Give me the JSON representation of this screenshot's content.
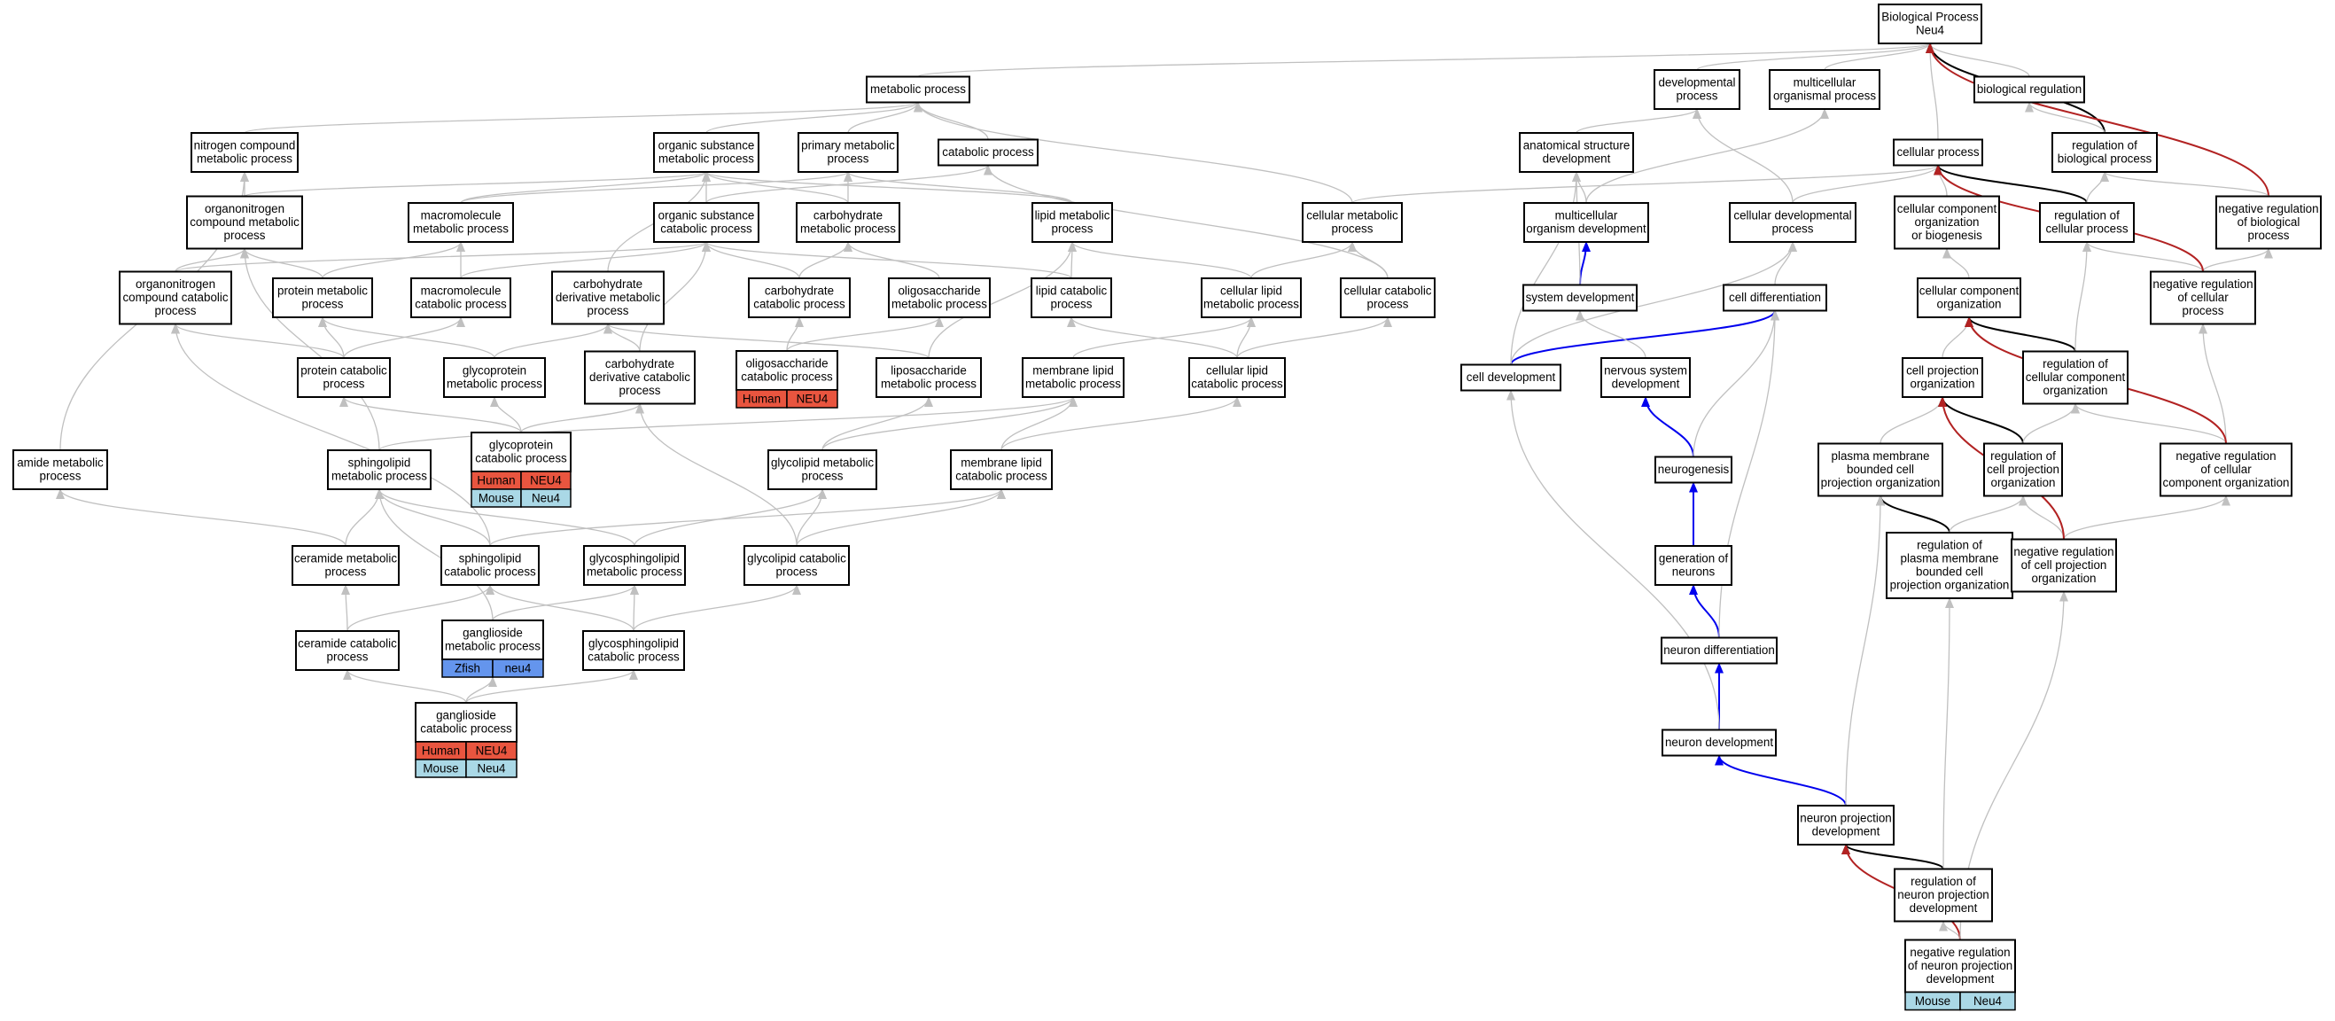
{
  "colors": {
    "is_a": "#c0c0c0",
    "part_of": "#0000ee",
    "regulates": "#000000",
    "negatively_regulates": "#b22222",
    "human": "#e9553f",
    "mouse": "#aad8e6",
    "zfish": "#6495ed",
    "node_border": "#000000"
  },
  "nodes": [
    {
      "id": "bp",
      "label": [
        "Biological Process",
        "Neu4"
      ]
    },
    {
      "id": "metabolic",
      "label": [
        "metabolic process"
      ]
    },
    {
      "id": "devproc",
      "label": [
        "developmental",
        "process"
      ]
    },
    {
      "id": "multiorg",
      "label": [
        "multicellular",
        "organismal process"
      ]
    },
    {
      "id": "bioreg",
      "label": [
        "biological regulation"
      ]
    },
    {
      "id": "nitrogen",
      "label": [
        "nitrogen compound",
        "metabolic process"
      ]
    },
    {
      "id": "orgsubmet",
      "label": [
        "organic substance",
        "metabolic process"
      ]
    },
    {
      "id": "primary",
      "label": [
        "primary metabolic",
        "process"
      ]
    },
    {
      "id": "catabolic",
      "label": [
        "catabolic process"
      ]
    },
    {
      "id": "anatomical",
      "label": [
        "anatomical structure",
        "development"
      ]
    },
    {
      "id": "cellular",
      "label": [
        "cellular process"
      ]
    },
    {
      "id": "regbio",
      "label": [
        "regulation of",
        "biological process"
      ]
    },
    {
      "id": "organonitro",
      "label": [
        "organonitrogen",
        "compound metabolic",
        "process"
      ]
    },
    {
      "id": "macromol",
      "label": [
        "macromolecule",
        "metabolic process"
      ]
    },
    {
      "id": "orgsubcat",
      "label": [
        "organic substance",
        "catabolic process"
      ]
    },
    {
      "id": "carbmet",
      "label": [
        "carbohydrate",
        "metabolic process"
      ]
    },
    {
      "id": "lipidmet",
      "label": [
        "lipid metabolic",
        "process"
      ]
    },
    {
      "id": "cellmet",
      "label": [
        "cellular metabolic",
        "process"
      ]
    },
    {
      "id": "multidev",
      "label": [
        "multicellular",
        "organism development"
      ]
    },
    {
      "id": "celldevproc",
      "label": [
        "cellular developmental",
        "process"
      ]
    },
    {
      "id": "cellcomporg",
      "label": [
        "cellular component",
        "organization",
        "or biogenesis"
      ]
    },
    {
      "id": "regcell",
      "label": [
        "regulation of",
        "cellular process"
      ]
    },
    {
      "id": "negregbio",
      "label": [
        "negative regulation",
        "of biological",
        "process"
      ]
    },
    {
      "id": "organonitrocat",
      "label": [
        "organonitrogen",
        "compound catabolic",
        "process"
      ]
    },
    {
      "id": "protmet",
      "label": [
        "protein metabolic",
        "process"
      ]
    },
    {
      "id": "macrocat",
      "label": [
        "macromolecule",
        "catabolic process"
      ]
    },
    {
      "id": "carbderivmet",
      "label": [
        "carbohydrate",
        "derivative metabolic",
        "process"
      ]
    },
    {
      "id": "carbcat",
      "label": [
        "carbohydrate",
        "catabolic process"
      ]
    },
    {
      "id": "oligomet",
      "label": [
        "oligosaccharide",
        "metabolic process"
      ]
    },
    {
      "id": "lipidcat",
      "label": [
        "lipid catabolic",
        "process"
      ]
    },
    {
      "id": "celllipidmet",
      "label": [
        "cellular lipid",
        "metabolic process"
      ]
    },
    {
      "id": "cellcat",
      "label": [
        "cellular catabolic",
        "process"
      ]
    },
    {
      "id": "sysdev",
      "label": [
        "system development"
      ]
    },
    {
      "id": "celldiff",
      "label": [
        "cell differentiation"
      ]
    },
    {
      "id": "ccorg",
      "label": [
        "cellular component",
        "organization"
      ]
    },
    {
      "id": "negregcell",
      "label": [
        "negative regulation",
        "of cellular",
        "process"
      ]
    },
    {
      "id": "protcat",
      "label": [
        "protein catabolic",
        "process"
      ]
    },
    {
      "id": "glycoprotmet",
      "label": [
        "glycoprotein",
        "metabolic process"
      ]
    },
    {
      "id": "carbderivcat",
      "label": [
        "carbohydrate",
        "derivative catabolic",
        "process"
      ]
    },
    {
      "id": "oligocat",
      "label": [
        "oligosaccharide",
        "catabolic process"
      ],
      "ann": [
        [
          "Human",
          "NEU4"
        ]
      ]
    },
    {
      "id": "liposacch",
      "label": [
        "liposaccharide",
        "metabolic process"
      ]
    },
    {
      "id": "memlipidmet",
      "label": [
        "membrane lipid",
        "metabolic process"
      ]
    },
    {
      "id": "celllipidcat",
      "label": [
        "cellular lipid",
        "catabolic process"
      ]
    },
    {
      "id": "celldevel",
      "label": [
        "cell development"
      ]
    },
    {
      "id": "nervsys",
      "label": [
        "nervous system",
        "development"
      ]
    },
    {
      "id": "cellprojorg",
      "label": [
        "cell projection",
        "organization"
      ]
    },
    {
      "id": "regccorg",
      "label": [
        "regulation of",
        "cellular component",
        "organization"
      ]
    },
    {
      "id": "amide",
      "label": [
        "amide metabolic",
        "process"
      ]
    },
    {
      "id": "sphingomet",
      "label": [
        "sphingolipid",
        "metabolic process"
      ]
    },
    {
      "id": "glycoprotcat",
      "label": [
        "glycoprotein",
        "catabolic process"
      ],
      "ann": [
        [
          "Human",
          "NEU4"
        ],
        [
          "Mouse",
          "Neu4"
        ]
      ]
    },
    {
      "id": "glycolipidmet",
      "label": [
        "glycolipid metabolic",
        "process"
      ]
    },
    {
      "id": "memlipidcat",
      "label": [
        "membrane lipid",
        "catabolic process"
      ]
    },
    {
      "id": "neurogenesis",
      "label": [
        "neurogenesis"
      ]
    },
    {
      "id": "pmbcpo",
      "label": [
        "plasma membrane",
        "bounded cell",
        "projection organization"
      ]
    },
    {
      "id": "regcpo",
      "label": [
        "regulation of",
        "cell projection",
        "organization"
      ]
    },
    {
      "id": "negregccorg",
      "label": [
        "negative regulation",
        "of cellular",
        "component organization"
      ]
    },
    {
      "id": "ceramidemet",
      "label": [
        "ceramide metabolic",
        "process"
      ]
    },
    {
      "id": "sphingocat",
      "label": [
        "sphingolipid",
        "catabolic process"
      ]
    },
    {
      "id": "glycosphingomet",
      "label": [
        "glycosphingolipid",
        "metabolic process"
      ]
    },
    {
      "id": "glycolipidcat",
      "label": [
        "glycolipid catabolic",
        "process"
      ]
    },
    {
      "id": "genneurons",
      "label": [
        "generation of",
        "neurons"
      ]
    },
    {
      "id": "regpmbcpo",
      "label": [
        "regulation of",
        "plasma membrane",
        "bounded cell",
        "projection organization"
      ]
    },
    {
      "id": "negregcpo",
      "label": [
        "negative regulation",
        "of cell projection",
        "organization"
      ]
    },
    {
      "id": "ceramidecat",
      "label": [
        "ceramide catabolic",
        "process"
      ]
    },
    {
      "id": "ganglmet",
      "label": [
        "ganglioside",
        "metabolic process"
      ],
      "ann": [
        [
          "Zfish",
          "neu4"
        ]
      ]
    },
    {
      "id": "glycosphingocat",
      "label": [
        "glycosphingolipid",
        "catabolic process"
      ]
    },
    {
      "id": "neurondiff",
      "label": [
        "neuron differentiation"
      ]
    },
    {
      "id": "gangcat",
      "label": [
        "ganglioside",
        "catabolic process"
      ],
      "ann": [
        [
          "Human",
          "NEU4"
        ],
        [
          "Mouse",
          "Neu4"
        ]
      ]
    },
    {
      "id": "neurondev",
      "label": [
        "neuron development"
      ]
    },
    {
      "id": "npd",
      "label": [
        "neuron projection",
        "development"
      ]
    },
    {
      "id": "regnpd",
      "label": [
        "regulation of",
        "neuron projection",
        "development"
      ]
    },
    {
      "id": "negregnpd",
      "label": [
        "negative regulation",
        "of neuron projection",
        "development"
      ],
      "ann": [
        [
          "Mouse",
          "Neu4"
        ]
      ]
    }
  ],
  "edges": [
    [
      "metabolic",
      "bp",
      "is_a"
    ],
    [
      "devproc",
      "bp",
      "is_a"
    ],
    [
      "multiorg",
      "bp",
      "is_a"
    ],
    [
      "bioreg",
      "bp",
      "is_a"
    ],
    [
      "cellular",
      "bp",
      "is_a"
    ],
    [
      "regbio",
      "bp",
      "regulates"
    ],
    [
      "negregbio",
      "bp",
      "negatively_regulates"
    ],
    [
      "nitrogen",
      "metabolic",
      "is_a"
    ],
    [
      "orgsubmet",
      "metabolic",
      "is_a"
    ],
    [
      "primary",
      "metabolic",
      "is_a"
    ],
    [
      "catabolic",
      "metabolic",
      "is_a"
    ],
    [
      "cellmet",
      "metabolic",
      "is_a"
    ],
    [
      "anatomical",
      "devproc",
      "is_a"
    ],
    [
      "regbio",
      "bioreg",
      "is_a"
    ],
    [
      "organonitro",
      "nitrogen",
      "is_a"
    ],
    [
      "organonitro",
      "orgsubmet",
      "is_a"
    ],
    [
      "macromol",
      "orgsubmet",
      "is_a"
    ],
    [
      "macromol",
      "primary",
      "is_a"
    ],
    [
      "orgsubcat",
      "orgsubmet",
      "is_a"
    ],
    [
      "orgsubcat",
      "catabolic",
      "is_a"
    ],
    [
      "carbmet",
      "primary",
      "is_a"
    ],
    [
      "carbmet",
      "orgsubmet",
      "is_a"
    ],
    [
      "lipidmet",
      "primary",
      "is_a"
    ],
    [
      "lipidmet",
      "orgsubmet",
      "is_a"
    ],
    [
      "cellmet",
      "cellular",
      "is_a"
    ],
    [
      "multidev",
      "anatomical",
      "is_a"
    ],
    [
      "multidev",
      "multiorg",
      "is_a"
    ],
    [
      "celldevproc",
      "devproc",
      "is_a"
    ],
    [
      "celldevproc",
      "cellular",
      "is_a"
    ],
    [
      "cellcomporg",
      "cellular",
      "is_a"
    ],
    [
      "regcell",
      "cellular",
      "regulates"
    ],
    [
      "regcell",
      "regbio",
      "is_a"
    ],
    [
      "negregbio",
      "regbio",
      "is_a"
    ],
    [
      "organonitrocat",
      "organonitro",
      "is_a"
    ],
    [
      "organonitrocat",
      "orgsubcat",
      "is_a"
    ],
    [
      "protmet",
      "organonitro",
      "is_a"
    ],
    [
      "protmet",
      "macromol",
      "is_a"
    ],
    [
      "macrocat",
      "macromol",
      "is_a"
    ],
    [
      "macrocat",
      "orgsubcat",
      "is_a"
    ],
    [
      "carbderivmet",
      "orgsubmet",
      "is_a"
    ],
    [
      "carbcat",
      "carbmet",
      "is_a"
    ],
    [
      "carbcat",
      "orgsubcat",
      "is_a"
    ],
    [
      "oligomet",
      "carbmet",
      "is_a"
    ],
    [
      "lipidcat",
      "lipidmet",
      "is_a"
    ],
    [
      "lipidcat",
      "orgsubcat",
      "is_a"
    ],
    [
      "celllipidmet",
      "lipidmet",
      "is_a"
    ],
    [
      "celllipidmet",
      "cellmet",
      "is_a"
    ],
    [
      "cellcat",
      "cellmet",
      "is_a"
    ],
    [
      "cellcat",
      "catabolic",
      "is_a"
    ],
    [
      "sysdev",
      "multidev",
      "part_of"
    ],
    [
      "sysdev",
      "anatomical",
      "is_a"
    ],
    [
      "celldiff",
      "celldevproc",
      "is_a"
    ],
    [
      "ccorg",
      "cellcomporg",
      "is_a"
    ],
    [
      "negregcell",
      "regcell",
      "is_a"
    ],
    [
      "negregcell",
      "negregbio",
      "is_a"
    ],
    [
      "negregcell",
      "cellular",
      "negatively_regulates"
    ],
    [
      "protcat",
      "protmet",
      "is_a"
    ],
    [
      "protcat",
      "macrocat",
      "is_a"
    ],
    [
      "protcat",
      "organonitrocat",
      "is_a"
    ],
    [
      "glycoprotmet",
      "protmet",
      "is_a"
    ],
    [
      "glycoprotmet",
      "carbderivmet",
      "is_a"
    ],
    [
      "carbderivcat",
      "carbderivmet",
      "is_a"
    ],
    [
      "carbderivcat",
      "orgsubcat",
      "is_a"
    ],
    [
      "oligocat",
      "carbcat",
      "is_a"
    ],
    [
      "oligocat",
      "oligomet",
      "is_a"
    ],
    [
      "liposacch",
      "lipidmet",
      "is_a"
    ],
    [
      "liposacch",
      "carbderivmet",
      "is_a"
    ],
    [
      "memlipidmet",
      "celllipidmet",
      "is_a"
    ],
    [
      "celllipidcat",
      "lipidcat",
      "is_a"
    ],
    [
      "celllipidcat",
      "celllipidmet",
      "is_a"
    ],
    [
      "celllipidcat",
      "cellcat",
      "is_a"
    ],
    [
      "celldevel",
      "celldiff",
      "part_of"
    ],
    [
      "celldevel",
      "anatomical",
      "is_a"
    ],
    [
      "celldevel",
      "celldevproc",
      "is_a"
    ],
    [
      "nervsys",
      "sysdev",
      "is_a"
    ],
    [
      "cellprojorg",
      "ccorg",
      "is_a"
    ],
    [
      "regccorg",
      "ccorg",
      "regulates"
    ],
    [
      "regccorg",
      "regcell",
      "is_a"
    ],
    [
      "negregccorg",
      "regccorg",
      "is_a"
    ],
    [
      "negregccorg",
      "negregcell",
      "is_a"
    ],
    [
      "negregccorg",
      "ccorg",
      "negatively_regulates"
    ],
    [
      "amide",
      "nitrogen",
      "is_a"
    ],
    [
      "sphingomet",
      "memlipidmet",
      "is_a"
    ],
    [
      "sphingomet",
      "organonitro",
      "is_a"
    ],
    [
      "glycoprotcat",
      "glycoprotmet",
      "is_a"
    ],
    [
      "glycoprotcat",
      "protcat",
      "is_a"
    ],
    [
      "glycoprotcat",
      "carbderivcat",
      "is_a"
    ],
    [
      "glycolipidmet",
      "memlipidmet",
      "is_a"
    ],
    [
      "glycolipidmet",
      "liposacch",
      "is_a"
    ],
    [
      "memlipidcat",
      "memlipidmet",
      "is_a"
    ],
    [
      "memlipidcat",
      "celllipidcat",
      "is_a"
    ],
    [
      "neurogenesis",
      "nervsys",
      "part_of"
    ],
    [
      "neurogenesis",
      "celldiff",
      "is_a"
    ],
    [
      "pmbcpo",
      "cellprojorg",
      "is_a"
    ],
    [
      "regcpo",
      "cellprojorg",
      "regulates"
    ],
    [
      "regcpo",
      "regccorg",
      "is_a"
    ],
    [
      "negregcpo",
      "regcpo",
      "is_a"
    ],
    [
      "negregcpo",
      "negregccorg",
      "is_a"
    ],
    [
      "negregcpo",
      "cellprojorg",
      "negatively_regulates"
    ],
    [
      "ceramidemet",
      "amide",
      "is_a"
    ],
    [
      "ceramidemet",
      "sphingomet",
      "is_a"
    ],
    [
      "sphingocat",
      "sphingomet",
      "is_a"
    ],
    [
      "sphingocat",
      "memlipidcat",
      "is_a"
    ],
    [
      "sphingocat",
      "organonitrocat",
      "is_a"
    ],
    [
      "glycosphingomet",
      "sphingomet",
      "is_a"
    ],
    [
      "glycosphingomet",
      "glycolipidmet",
      "is_a"
    ],
    [
      "glycolipidcat",
      "glycolipidmet",
      "is_a"
    ],
    [
      "glycolipidcat",
      "memlipidcat",
      "is_a"
    ],
    [
      "glycolipidcat",
      "carbderivcat",
      "is_a"
    ],
    [
      "genneurons",
      "neurogenesis",
      "part_of"
    ],
    [
      "regpmbcpo",
      "pmbcpo",
      "regulates"
    ],
    [
      "regpmbcpo",
      "regcpo",
      "is_a"
    ],
    [
      "ceramidecat",
      "ceramidemet",
      "is_a"
    ],
    [
      "ceramidecat",
      "sphingocat",
      "is_a"
    ],
    [
      "ganglmet",
      "glycosphingomet",
      "is_a"
    ],
    [
      "ganglmet",
      "sphingomet",
      "is_a"
    ],
    [
      "glycosphingocat",
      "glycosphingomet",
      "is_a"
    ],
    [
      "glycosphingocat",
      "sphingocat",
      "is_a"
    ],
    [
      "glycosphingocat",
      "glycolipidcat",
      "is_a"
    ],
    [
      "neurondiff",
      "genneurons",
      "part_of"
    ],
    [
      "neurondiff",
      "celldiff",
      "is_a"
    ],
    [
      "gangcat",
      "ganglmet",
      "is_a"
    ],
    [
      "gangcat",
      "ceramidecat",
      "is_a"
    ],
    [
      "gangcat",
      "glycosphingocat",
      "is_a"
    ],
    [
      "neurondev",
      "neurondiff",
      "part_of"
    ],
    [
      "neurondev",
      "celldevel",
      "is_a"
    ],
    [
      "npd",
      "neurondev",
      "part_of"
    ],
    [
      "npd",
      "pmbcpo",
      "is_a"
    ],
    [
      "regnpd",
      "npd",
      "regulates"
    ],
    [
      "regnpd",
      "regpmbcpo",
      "is_a"
    ],
    [
      "negregnpd",
      "regnpd",
      "is_a"
    ],
    [
      "negregnpd",
      "npd",
      "negatively_regulates"
    ],
    [
      "negregnpd",
      "negregcpo",
      "is_a"
    ]
  ]
}
